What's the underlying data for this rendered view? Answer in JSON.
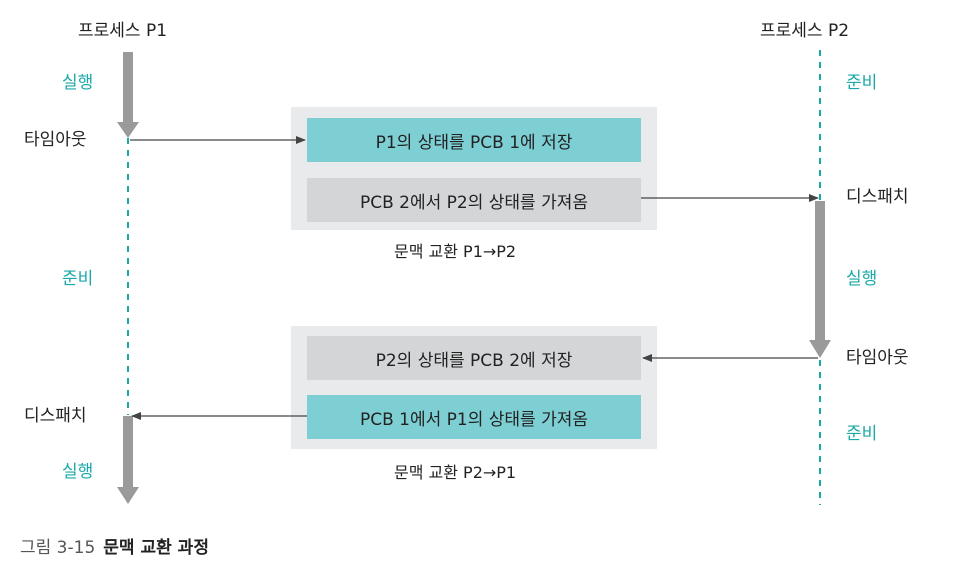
{
  "process_left": {
    "title": "프로세스 P1",
    "states": [
      "실행",
      "타임아웃",
      "준비",
      "디스패치",
      "실행"
    ]
  },
  "process_right": {
    "title": "프로세스 P2",
    "states": [
      "준비",
      "디스패치",
      "실행",
      "타임아웃",
      "준비"
    ]
  },
  "switch1": {
    "save": "P1의 상태를 PCB 1에 저장",
    "load": "PCB 2에서 P2의 상태를 가져옴",
    "caption": "문맥 교환 P1→P2"
  },
  "switch2": {
    "save": "P2의 상태를 PCB 2에 저장",
    "load": "PCB 1에서 P1의 상태를 가져옴",
    "caption": "문맥 교환 P2→P1"
  },
  "figure": {
    "number": "그림 3-15",
    "title": "문맥 교환 과정"
  },
  "colors": {
    "teal": "#1aa8a8",
    "save_box": "#7dcfd4",
    "load_box": "#d3d5d7",
    "panel": "#e9eaeb",
    "run_bar": "#9a9a9a"
  }
}
